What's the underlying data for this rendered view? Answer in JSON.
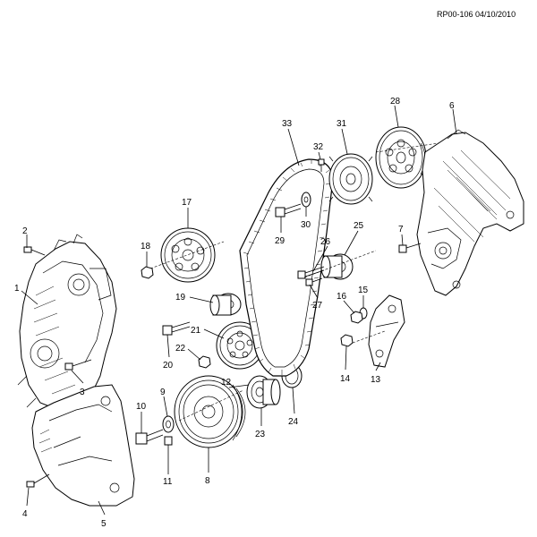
{
  "reference": "RP00-106 04/10/2010",
  "callouts": [
    "1",
    "2",
    "3",
    "4",
    "5",
    "6",
    "7",
    "8",
    "9",
    "10",
    "11",
    "12",
    "13",
    "14",
    "15",
    "16",
    "17",
    "18",
    "19",
    "20",
    "21",
    "22",
    "23",
    "24",
    "25",
    "26",
    "27",
    "28",
    "29",
    "30",
    "31",
    "32",
    "33"
  ]
}
